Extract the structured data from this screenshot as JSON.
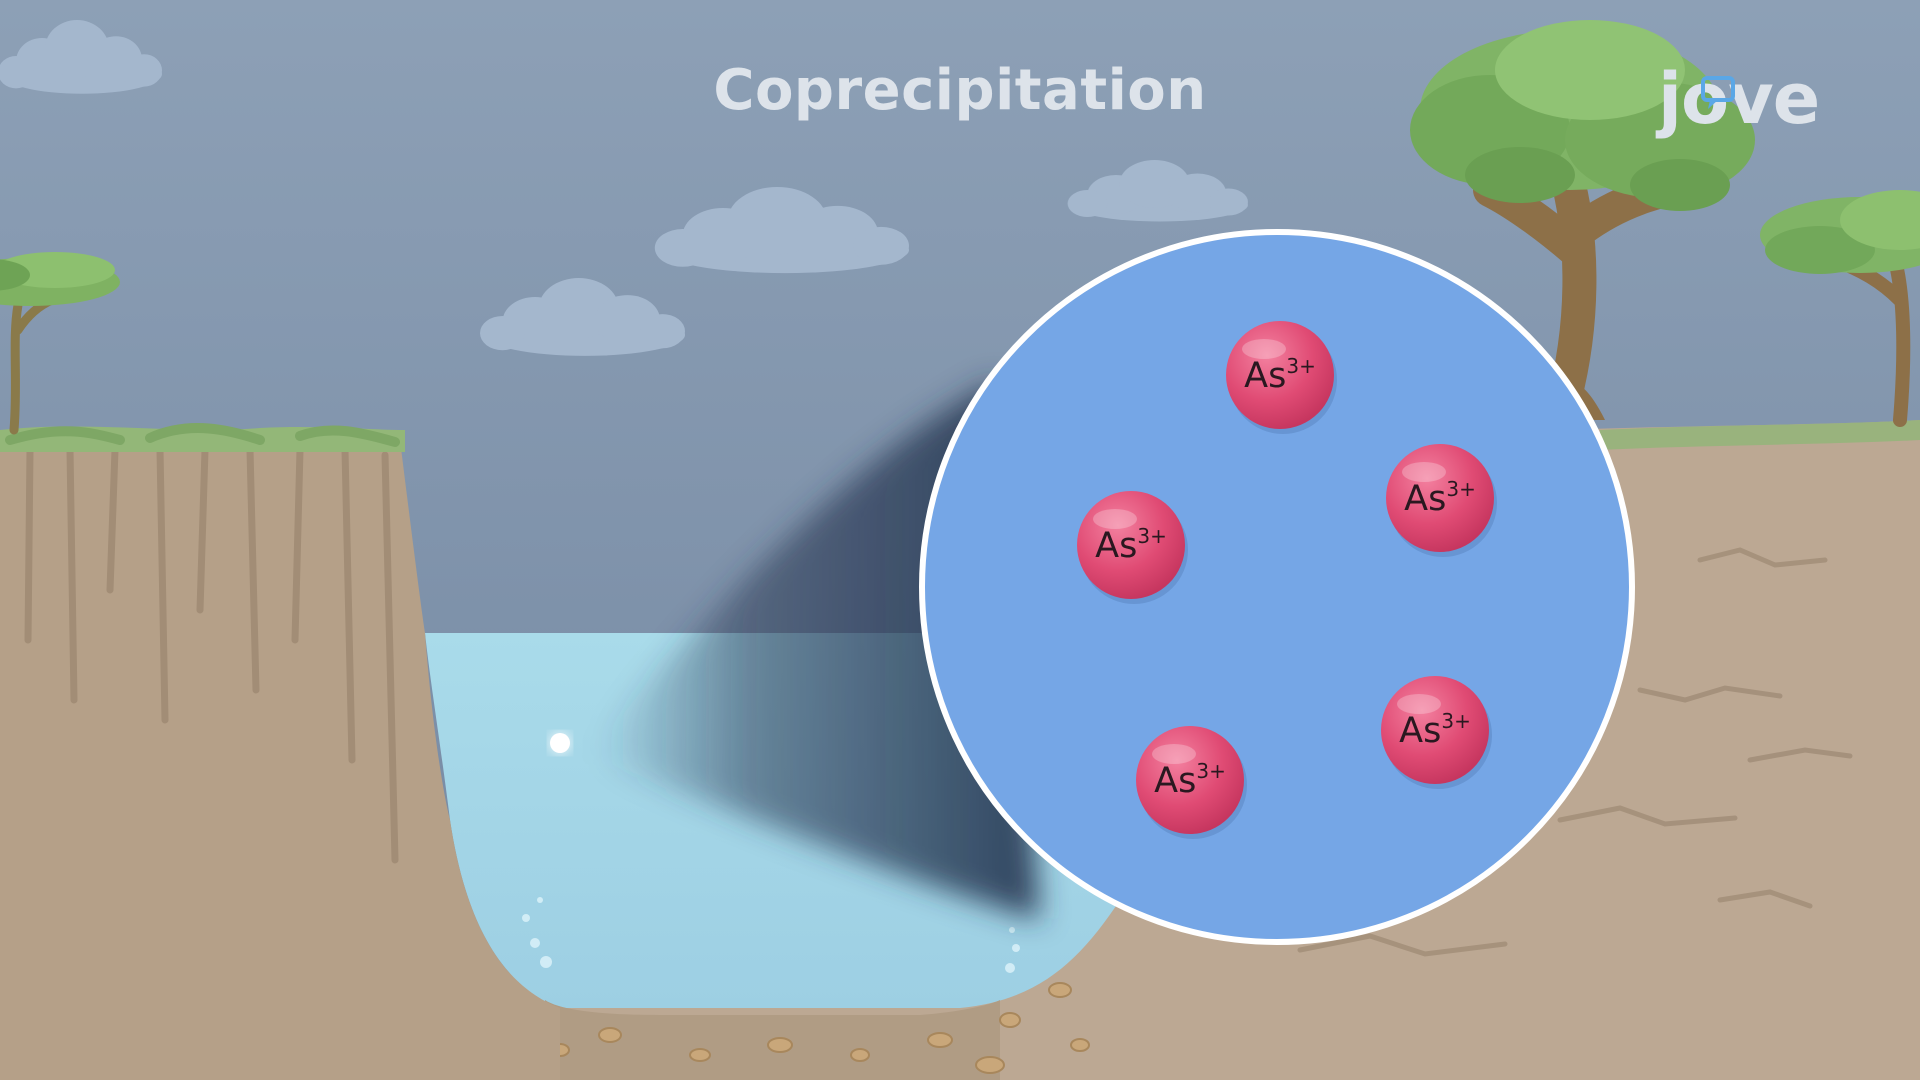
{
  "title": "Coprecipitation",
  "logo": {
    "text": "jove",
    "icon": "speech-bubble-icon"
  },
  "zoom_view": {
    "ions": [
      {
        "symbol": "As",
        "charge": "3+"
      },
      {
        "symbol": "As",
        "charge": "3+"
      },
      {
        "symbol": "As",
        "charge": "3+"
      },
      {
        "symbol": "As",
        "charge": "3+"
      },
      {
        "symbol": "As",
        "charge": "3+"
      }
    ]
  },
  "colors": {
    "sky": "#8497ae",
    "water": "#a4d4e6",
    "zoom_circle": "#75a6e6",
    "ion": "#df4b73",
    "ground": "#bca893",
    "title_text": "#dde3ea"
  }
}
